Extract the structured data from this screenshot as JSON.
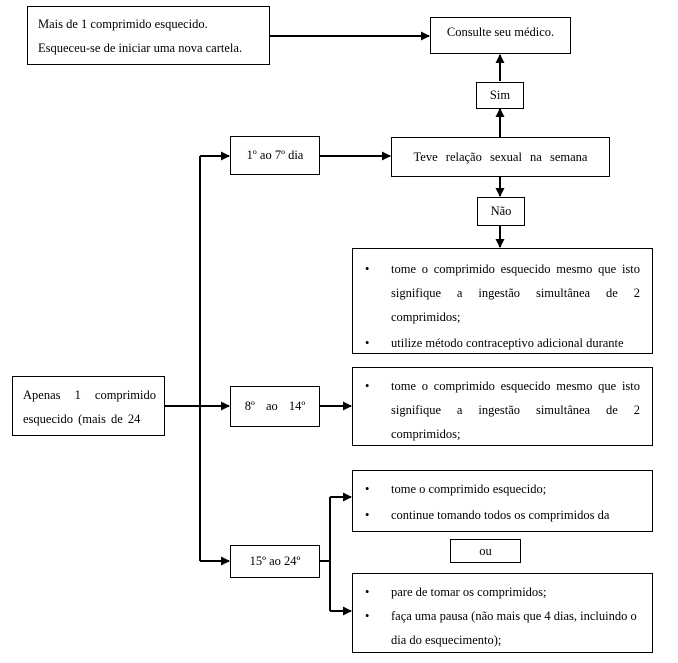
{
  "warning_box": {
    "line1": "Mais de 1 comprimido esquecido.",
    "line2": "Esqueceu-se de iniciar uma nova cartela."
  },
  "doctor_box": "Consulte seu médico.",
  "sim_box": "Sim",
  "day1_7_box": "1º ao 7º dia",
  "sexual_box": "Teve relação sexual na semana",
  "nao_box": "Não",
  "bullet_glyph": "•",
  "nao_actions": {
    "item1": "tome o comprimido esquecido mesmo que isto signifique a ingestão simultânea de 2 comprimidos;",
    "item2": "utilize método contraceptivo adicional durante"
  },
  "start_box": "Apenas 1 comprimido esquecido (mais de 24",
  "day8_14_box": "8º ao 14º",
  "day8_14_actions": {
    "item1": "tome o comprimido esquecido mesmo que isto signifique a ingestão simultânea de 2 comprimidos;"
  },
  "day15_24_box": "15º ao 24º",
  "option_a": {
    "item1": "tome o comprimido esquecido;",
    "item2": "continue tomando todos os comprimidos da"
  },
  "ou_box": "ou",
  "option_b": {
    "item1": "pare de tomar os comprimidos;",
    "item2": "faça uma pausa (não mais que 4 dias, incluindo o dia do esquecimento);"
  }
}
